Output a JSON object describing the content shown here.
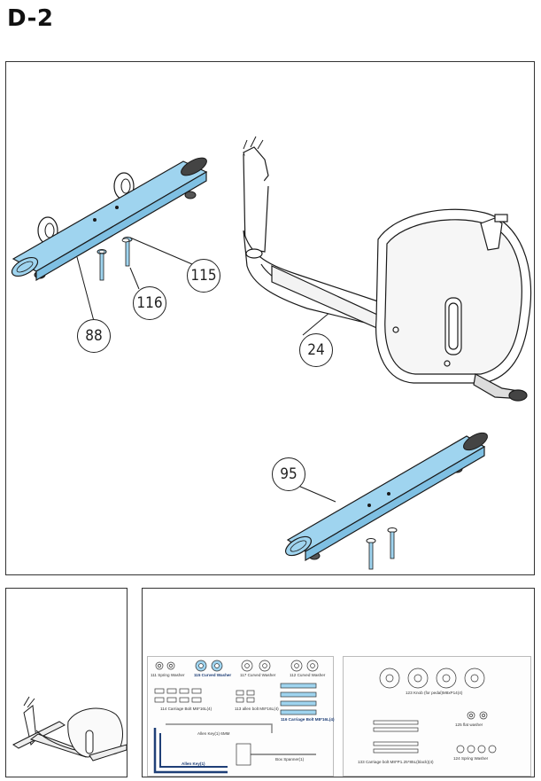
{
  "page": {
    "step_label": "D-2"
  },
  "callouts": [
    {
      "id": "88",
      "label": "88"
    },
    {
      "id": "116",
      "label": "116"
    },
    {
      "id": "115",
      "label": "115"
    },
    {
      "id": "24",
      "label": "24"
    },
    {
      "id": "95",
      "label": "95"
    }
  ],
  "parts_list": {
    "left_sheet": [
      {
        "label": "111 Spring Washer",
        "highlighted": false
      },
      {
        "label": "115 Curved Washer",
        "highlighted": true
      },
      {
        "label": "117 Curved Washer",
        "highlighted": false
      },
      {
        "label": "112 Curved Washer",
        "highlighted": false
      },
      {
        "label": "114 Carriage Bolt M8*16L(4)",
        "highlighted": false
      },
      {
        "label": "113 allen bolt M8*16L(4)",
        "highlighted": false
      },
      {
        "label": "116 Carriage Bolt M8*16L(4)",
        "highlighted": true
      },
      {
        "label": "Allen Key(1) 6MM",
        "highlighted": false
      },
      {
        "label": "Allen Key(1)",
        "highlighted": false
      },
      {
        "label": "Box Spanner(1)",
        "highlighted": false
      }
    ],
    "right_sheet": [
      {
        "label": "123 Knob (for pedal)M8xP14(4)",
        "highlighted": false
      },
      {
        "label": "125 flat washer",
        "highlighted": false
      },
      {
        "label": "133 Carriage bolt M8*P1.25*85L(black)(4)",
        "highlighted": false
      },
      {
        "label": "124 Spring Washer",
        "highlighted": false
      }
    ]
  },
  "colors": {
    "highlight_part": "#9fd4ef",
    "highlight_edge": "#3b87b8",
    "line": "#1a1a1a"
  }
}
